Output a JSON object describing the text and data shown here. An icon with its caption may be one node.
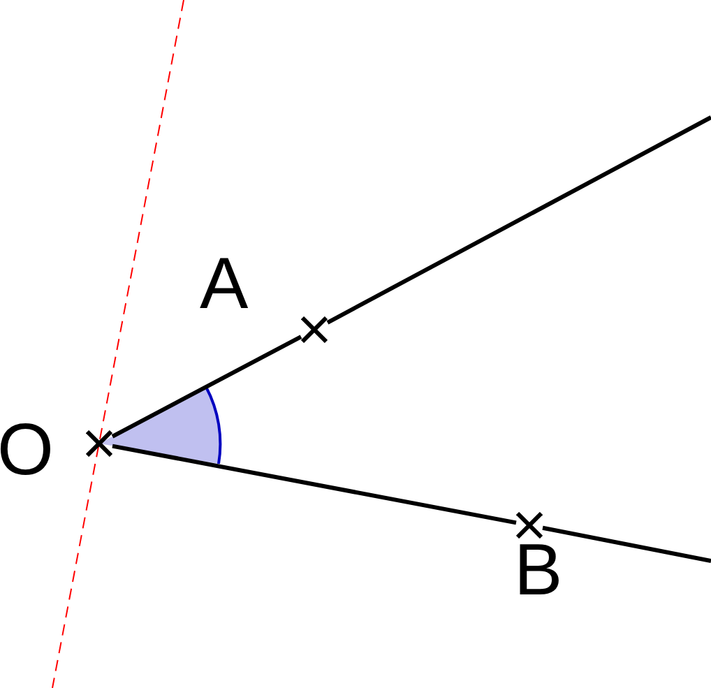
{
  "diagram": {
    "nodes": [
      {
        "text": [],
        "shape": "cross",
        "beside": [
          "A"
        ]
      },
      {
        "text": [],
        "shape": "cross",
        "beside": [
          "O"
        ]
      },
      {
        "text": [],
        "shape": "cross",
        "beside": [
          "B"
        ]
      }
    ],
    "edges": [
      {
        "from": 1,
        "to": 0,
        "arrow": "none"
      },
      {
        "from": 1,
        "to": 2,
        "arrow": "none"
      }
    ]
  }
}
